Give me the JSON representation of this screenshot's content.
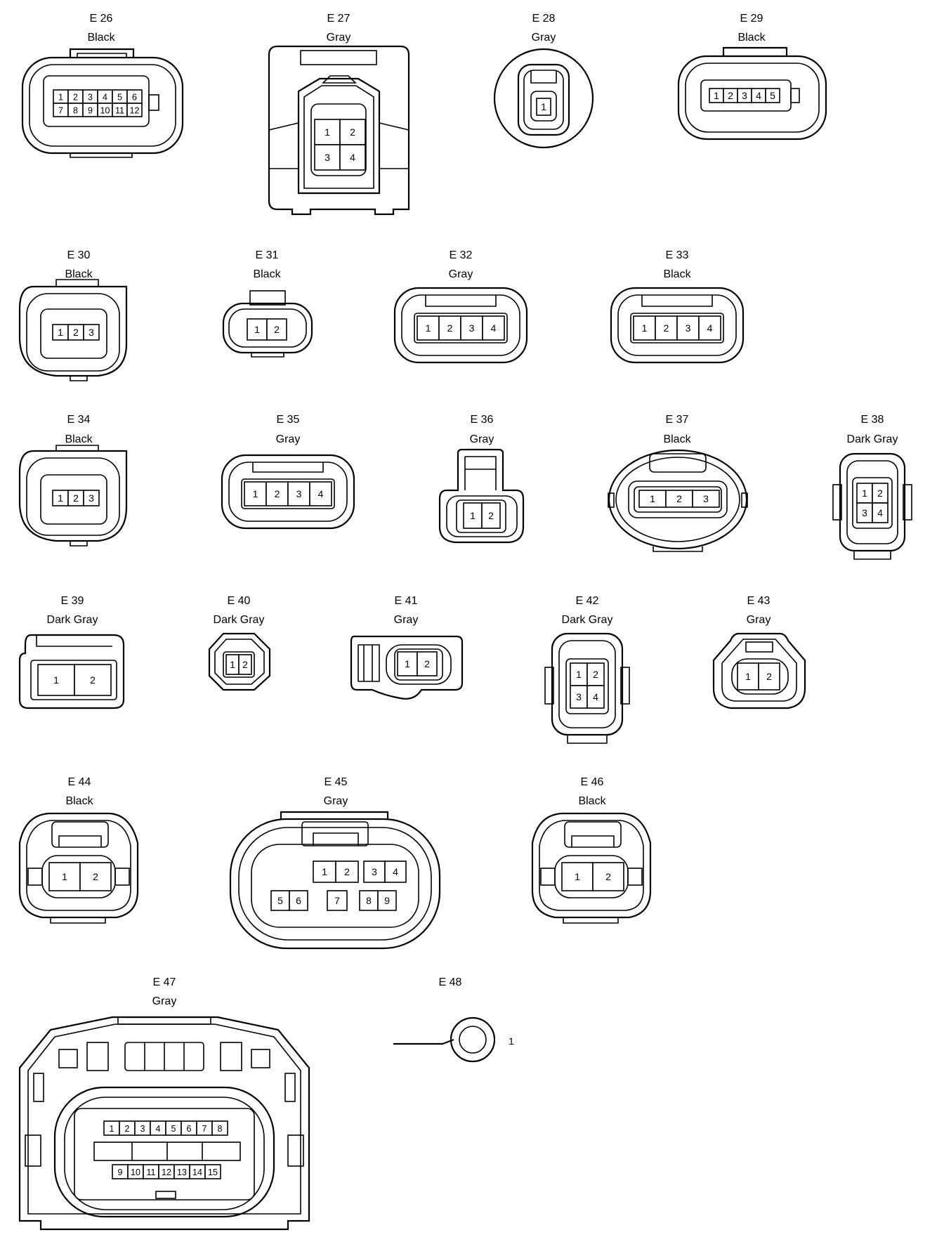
{
  "connectors": [
    {
      "id": "E 26",
      "color": "Black",
      "pins": [
        "1",
        "2",
        "3",
        "4",
        "5",
        "6",
        "7",
        "8",
        "9",
        "10",
        "11",
        "12"
      ]
    },
    {
      "id": "E 27",
      "color": "Gray",
      "pins": [
        "1",
        "2",
        "3",
        "4"
      ]
    },
    {
      "id": "E 28",
      "color": "Gray",
      "pins": [
        "1"
      ]
    },
    {
      "id": "E 29",
      "color": "Black",
      "pins": [
        "1",
        "2",
        "3",
        "4",
        "5"
      ]
    },
    {
      "id": "E 30",
      "color": "Black",
      "pins": [
        "1",
        "2",
        "3"
      ]
    },
    {
      "id": "E 31",
      "color": "Black",
      "pins": [
        "1",
        "2"
      ]
    },
    {
      "id": "E 32",
      "color": "Gray",
      "pins": [
        "1",
        "2",
        "3",
        "4"
      ]
    },
    {
      "id": "E 33",
      "color": "Black",
      "pins": [
        "1",
        "2",
        "3",
        "4"
      ]
    },
    {
      "id": "E 34",
      "color": "Black",
      "pins": [
        "1",
        "2",
        "3"
      ]
    },
    {
      "id": "E 35",
      "color": "Gray",
      "pins": [
        "1",
        "2",
        "3",
        "4"
      ]
    },
    {
      "id": "E 36",
      "color": "Gray",
      "pins": [
        "1",
        "2"
      ]
    },
    {
      "id": "E 37",
      "color": "Black",
      "pins": [
        "1",
        "2",
        "3"
      ]
    },
    {
      "id": "E 38",
      "color": "Dark Gray",
      "pins": [
        "1",
        "2",
        "3",
        "4"
      ]
    },
    {
      "id": "E 39",
      "color": "Dark Gray",
      "pins": [
        "1",
        "2"
      ]
    },
    {
      "id": "E 40",
      "color": "Dark Gray",
      "pins": [
        "1",
        "2"
      ]
    },
    {
      "id": "E 41",
      "color": "Gray",
      "pins": [
        "1",
        "2"
      ]
    },
    {
      "id": "E 42",
      "color": "Dark Gray",
      "pins": [
        "1",
        "2",
        "3",
        "4"
      ]
    },
    {
      "id": "E 43",
      "color": "Gray",
      "pins": [
        "1",
        "2"
      ]
    },
    {
      "id": "E 44",
      "color": "Black",
      "pins": [
        "1",
        "2"
      ]
    },
    {
      "id": "E 45",
      "color": "Gray",
      "pins": [
        "1",
        "2",
        "3",
        "4",
        "5",
        "6",
        "7",
        "8",
        "9"
      ]
    },
    {
      "id": "E 46",
      "color": "Black",
      "pins": [
        "1",
        "2"
      ]
    },
    {
      "id": "E 47",
      "color": "Gray",
      "pins": [
        "1",
        "2",
        "3",
        "4",
        "5",
        "6",
        "7",
        "8",
        "9",
        "10",
        "11",
        "12",
        "13",
        "14",
        "15"
      ]
    },
    {
      "id": "E 48",
      "color": "",
      "pins": [
        "1"
      ]
    }
  ]
}
